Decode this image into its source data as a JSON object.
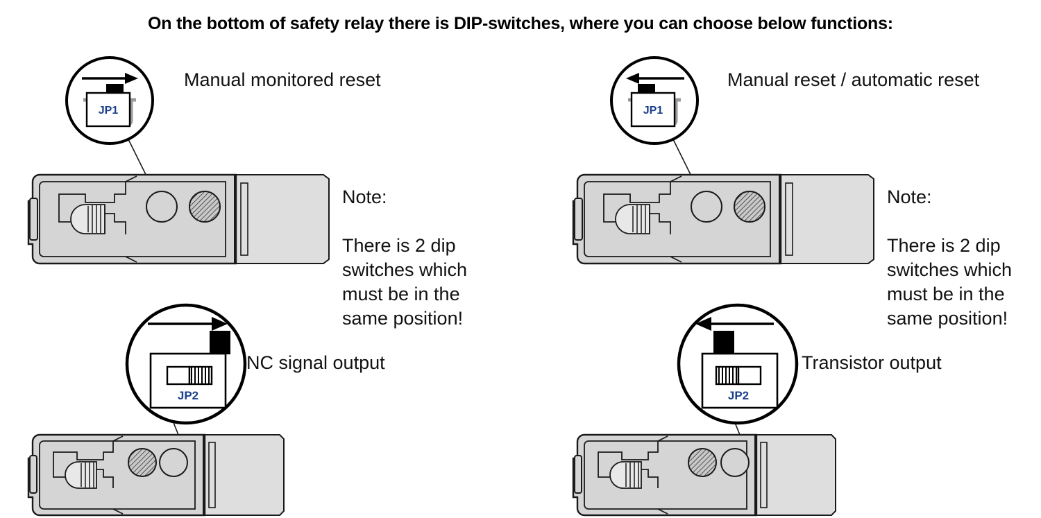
{
  "title": "On the bottom of safety relay there is DIP-switches, where you can choose below functions:",
  "colors": {
    "housing_fill": "#d5d5d5",
    "housing_fill_light": "#dedede",
    "outline": "#1a1a1a",
    "jp_label": "#1b3f8b",
    "switch_tab": "#000000",
    "background": "#ffffff"
  },
  "note": {
    "heading": "Note:",
    "text": "There is 2 dip\nswitches which\nmust be in the\nsame position!"
  },
  "panels": [
    {
      "id": "manual-monitored-reset",
      "label": "Manual monitored reset",
      "jumper": "JP1",
      "jumper_type": "dip-switch",
      "switch_position": "right",
      "arrow_direction": "right",
      "note_visible": true,
      "relay": {
        "plain_hole_position": "left",
        "hatched_hole_position": "right",
        "callout_target": "plain-hole"
      }
    },
    {
      "id": "manual-reset-automatic-reset",
      "label": "Manual reset / automatic reset",
      "jumper": "JP1",
      "jumper_type": "dip-switch",
      "switch_position": "left",
      "arrow_direction": "left",
      "note_visible": true,
      "relay": {
        "plain_hole_position": "left",
        "hatched_hole_position": "right",
        "callout_target": "plain-hole"
      }
    },
    {
      "id": "nc-signal-output",
      "label": "NC signal output",
      "jumper": "JP2",
      "jumper_type": "slide-switch",
      "switch_position": "right",
      "arrow_direction": "right",
      "note_visible": false,
      "relay": {
        "plain_hole_position": "right",
        "hatched_hole_position": "left",
        "callout_target": "plain-hole"
      }
    },
    {
      "id": "transistor-output",
      "label": "Transistor output",
      "jumper": "JP2",
      "jumper_type": "slide-switch",
      "switch_position": "left",
      "arrow_direction": "left",
      "note_visible": false,
      "relay": {
        "plain_hole_position": "right",
        "hatched_hole_position": "left",
        "callout_target": "plain-hole"
      }
    }
  ]
}
